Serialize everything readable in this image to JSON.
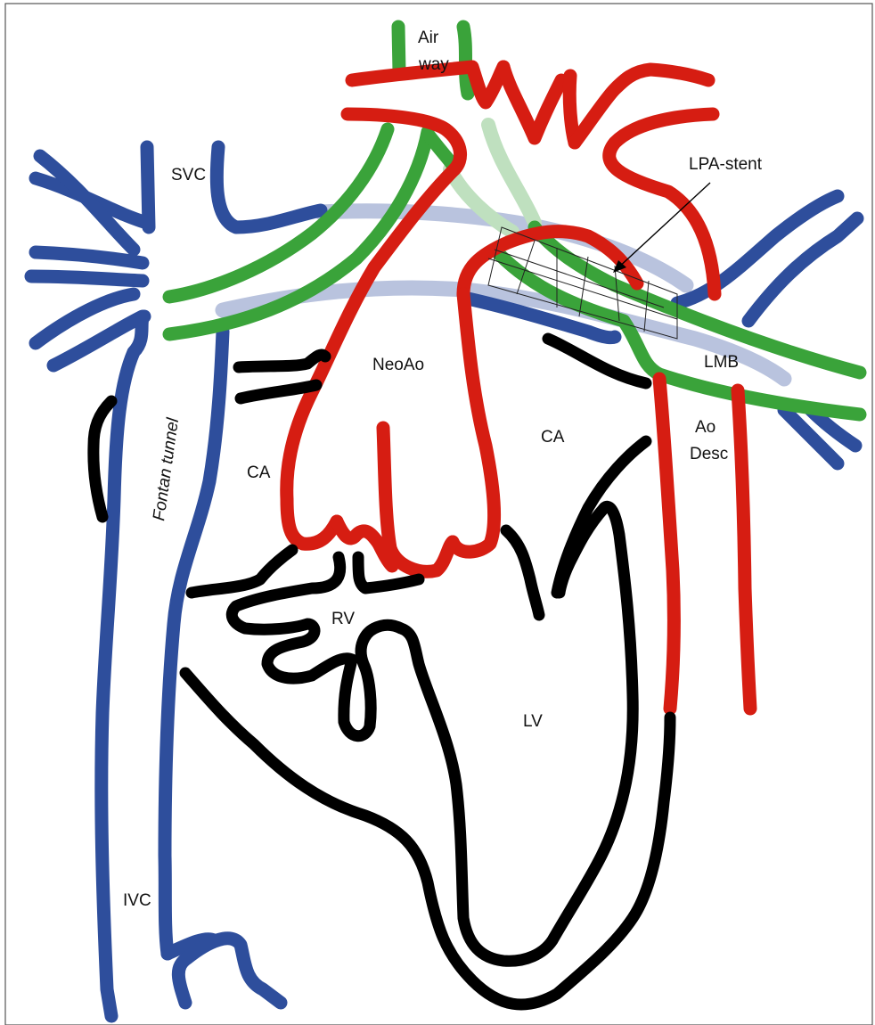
{
  "labels": {
    "airway_1": "Air",
    "airway_2": "way",
    "svc": "SVC",
    "lpa_stent": "LPA-stent",
    "neoao": "NeoAo",
    "lmb": "LMB",
    "fontan_tunnel": "Fontan tunnel",
    "ca_left": "CA",
    "ca_right": "CA",
    "ao_desc_1": "Ao",
    "ao_desc_2": "Desc",
    "rv": "RV",
    "lv": "LV",
    "ivc": "IVC"
  },
  "colors": {
    "red": "#d61d12",
    "blue": "#2e4e9c",
    "green": "#3aa33a",
    "green_faint": "#bfe0bf",
    "lightblue": "#b9c3de",
    "black": "#000000"
  }
}
